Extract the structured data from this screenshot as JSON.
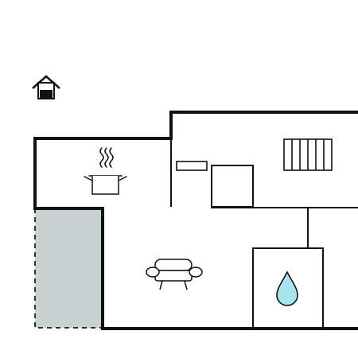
{
  "colors": {
    "background": "#ffffff",
    "walls": "#111111",
    "terrace_fill": "#c9d0d1",
    "terrace_border": "#333333",
    "water_fill": "#a9e4ee"
  },
  "icons": {
    "entrance": "house-entrance-icon",
    "kitchen": "cooking-pot-icon",
    "living_room": "sofa-icon",
    "bathroom": "water-drop-icon",
    "heating": "radiator-icon",
    "counter": "kitchen-counter-icon",
    "appliance": "appliance-box-icon"
  },
  "areas": {
    "terrace": "terrace-area",
    "kitchen": "kitchen-area",
    "living": "living-area",
    "bathroom": "bathroom-area",
    "bedroom": "bedroom-area"
  }
}
